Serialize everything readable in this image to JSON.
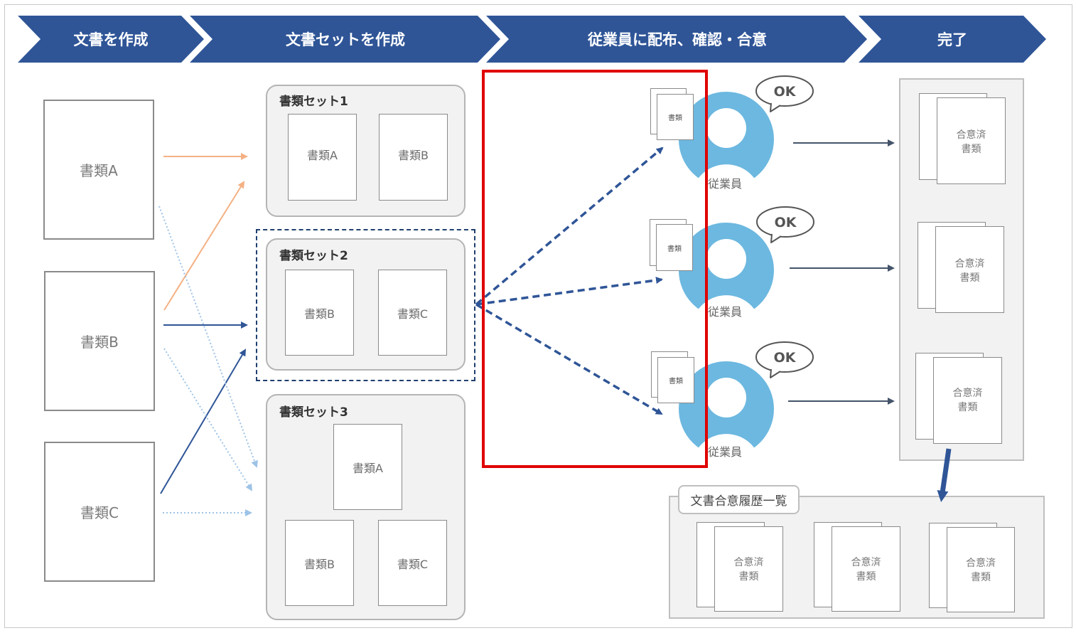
{
  "steps": [
    {
      "label": "文書を作成"
    },
    {
      "label": "文書セットを作成"
    },
    {
      "label": "従業員に配布、確認・合意"
    },
    {
      "label": "完了"
    }
  ],
  "documents": {
    "doc_a": "書類A",
    "doc_b": "書類B",
    "doc_c": "書類C"
  },
  "sets": [
    {
      "title": "書類セット1",
      "docs": [
        "書類A",
        "書類B"
      ]
    },
    {
      "title": "書類セット2",
      "docs": [
        "書類B",
        "書類C"
      ]
    },
    {
      "title": "書類セット3",
      "docs": [
        "書類A",
        "書類B",
        "書類C"
      ]
    }
  ],
  "employees": [
    {
      "doc_icon_label": "書類",
      "bubble": "OK",
      "label": "従業員"
    },
    {
      "doc_icon_label": "書類",
      "bubble": "OK",
      "label": "従業員"
    },
    {
      "doc_icon_label": "書類",
      "bubble": "OK",
      "label": "従業員"
    }
  ],
  "completed": {
    "line1": "合意済",
    "line2": "書類"
  },
  "history": {
    "title": "文書合意履歴一覧"
  },
  "colors": {
    "chevron": "#2f5597",
    "orange_arrow": "#f4b183",
    "blue_arrow": "#2f5597",
    "dotted_arrow": "#9dc3e6",
    "highlight": "#e00000",
    "person": "#6cb8e0"
  }
}
